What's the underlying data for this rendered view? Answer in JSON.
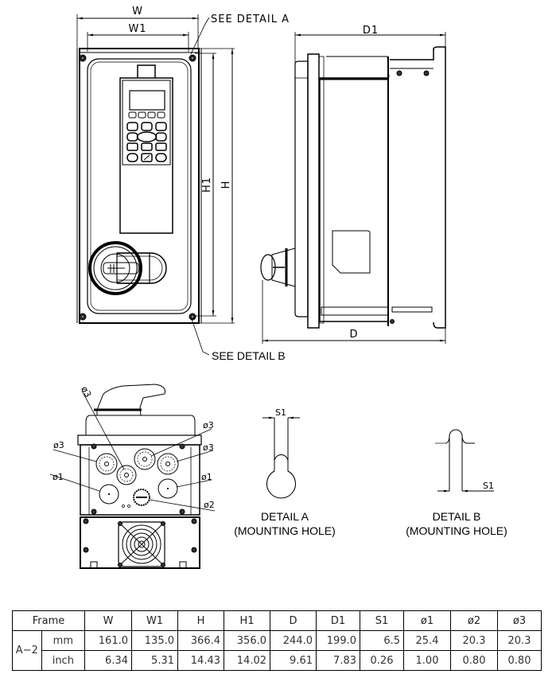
{
  "drawing": {
    "dimensions": {
      "w": "W",
      "w1": "W1",
      "h": "H",
      "h1": "H1",
      "d": "D",
      "d1": "D1",
      "s1_a": "S1",
      "s1_b": "S1"
    },
    "callouts": {
      "see_detail_a": "SEE  DETAIL  A",
      "see_detail_b": "SEE DETAIL B"
    },
    "bottom_view_labels": {
      "phi3_top": "ø3",
      "phi3_left": "ø3",
      "phi3_right_upper": "ø3",
      "phi3_right": "ø3",
      "phi1_left": "ø1",
      "phi1_right": "ø1",
      "phi2": "ø2"
    },
    "detail_a": {
      "title": "DETAIL A",
      "subtitle": "(MOUNTING HOLE)"
    },
    "detail_b": {
      "title": "DETAIL B",
      "subtitle": "(MOUNTING HOLE)"
    }
  },
  "table": {
    "frame_label": "Frame",
    "columns": [
      "W",
      "W1",
      "H",
      "H1",
      "D",
      "D1",
      "S1",
      "ø1",
      "ø2",
      "ø3"
    ],
    "frame": "A−2",
    "rows": [
      {
        "unit": "mm",
        "values": [
          "161.0",
          "135.0",
          "366.4",
          "356.0",
          "244.0",
          "199.0",
          "6.5",
          "25.4",
          "20.3",
          "20.3"
        ]
      },
      {
        "unit": "inch",
        "values": [
          "6.34",
          "5.31",
          "14.43",
          "14.02",
          "9.61",
          "7.83",
          "0.26",
          "1.00",
          "0.80",
          "0.80"
        ]
      }
    ]
  }
}
